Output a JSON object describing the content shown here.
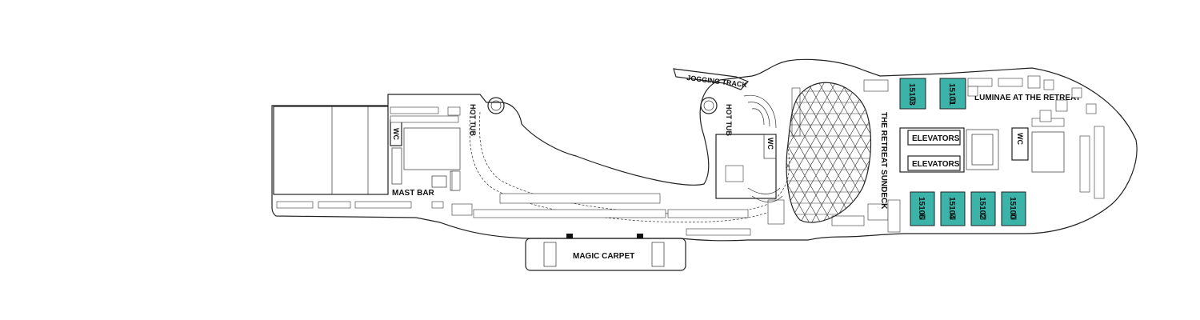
{
  "colors": {
    "cabin_fill": "#3bb3a8",
    "outline": "#222222",
    "background": "#ffffff"
  },
  "labels": {
    "jogging_track": "JOGGING TRACK",
    "hot_tub": "HOT TUB",
    "wc": "WC",
    "mast_bar": "MAST BAR",
    "magic_carpet": "MAGIC CARPET",
    "retreat_sundeck": "THE RETREAT SUNDECK",
    "elevators": "ELEVATORS",
    "luminae": "LUMINAE AT THE RETREAT"
  },
  "cabins": {
    "top": [
      "15103",
      "15101"
    ],
    "bottom": [
      "15106",
      "15104",
      "15102",
      "15100"
    ]
  }
}
